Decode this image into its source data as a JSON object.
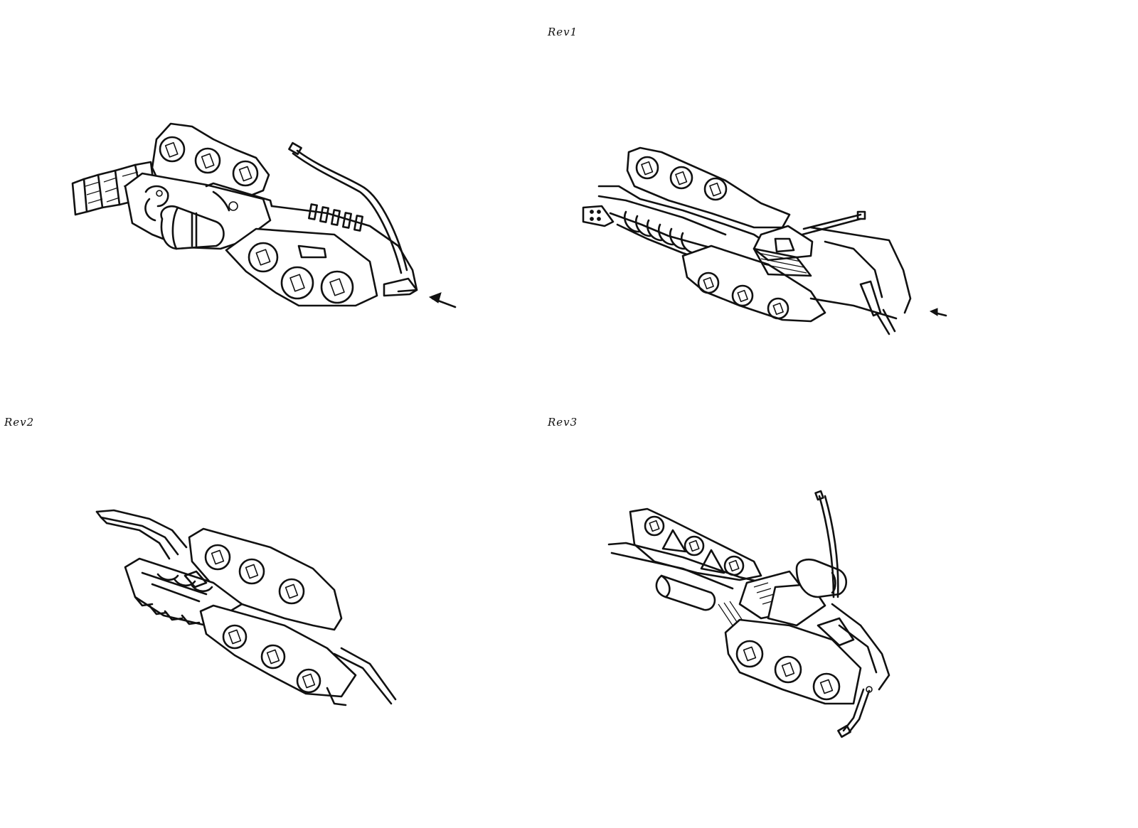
{
  "sheet": {
    "background": "#ffffff",
    "ink_color": "#111111"
  },
  "labels": {
    "rev1": "Rev1",
    "rev2": "Rev2",
    "rev3": "Rev3"
  }
}
